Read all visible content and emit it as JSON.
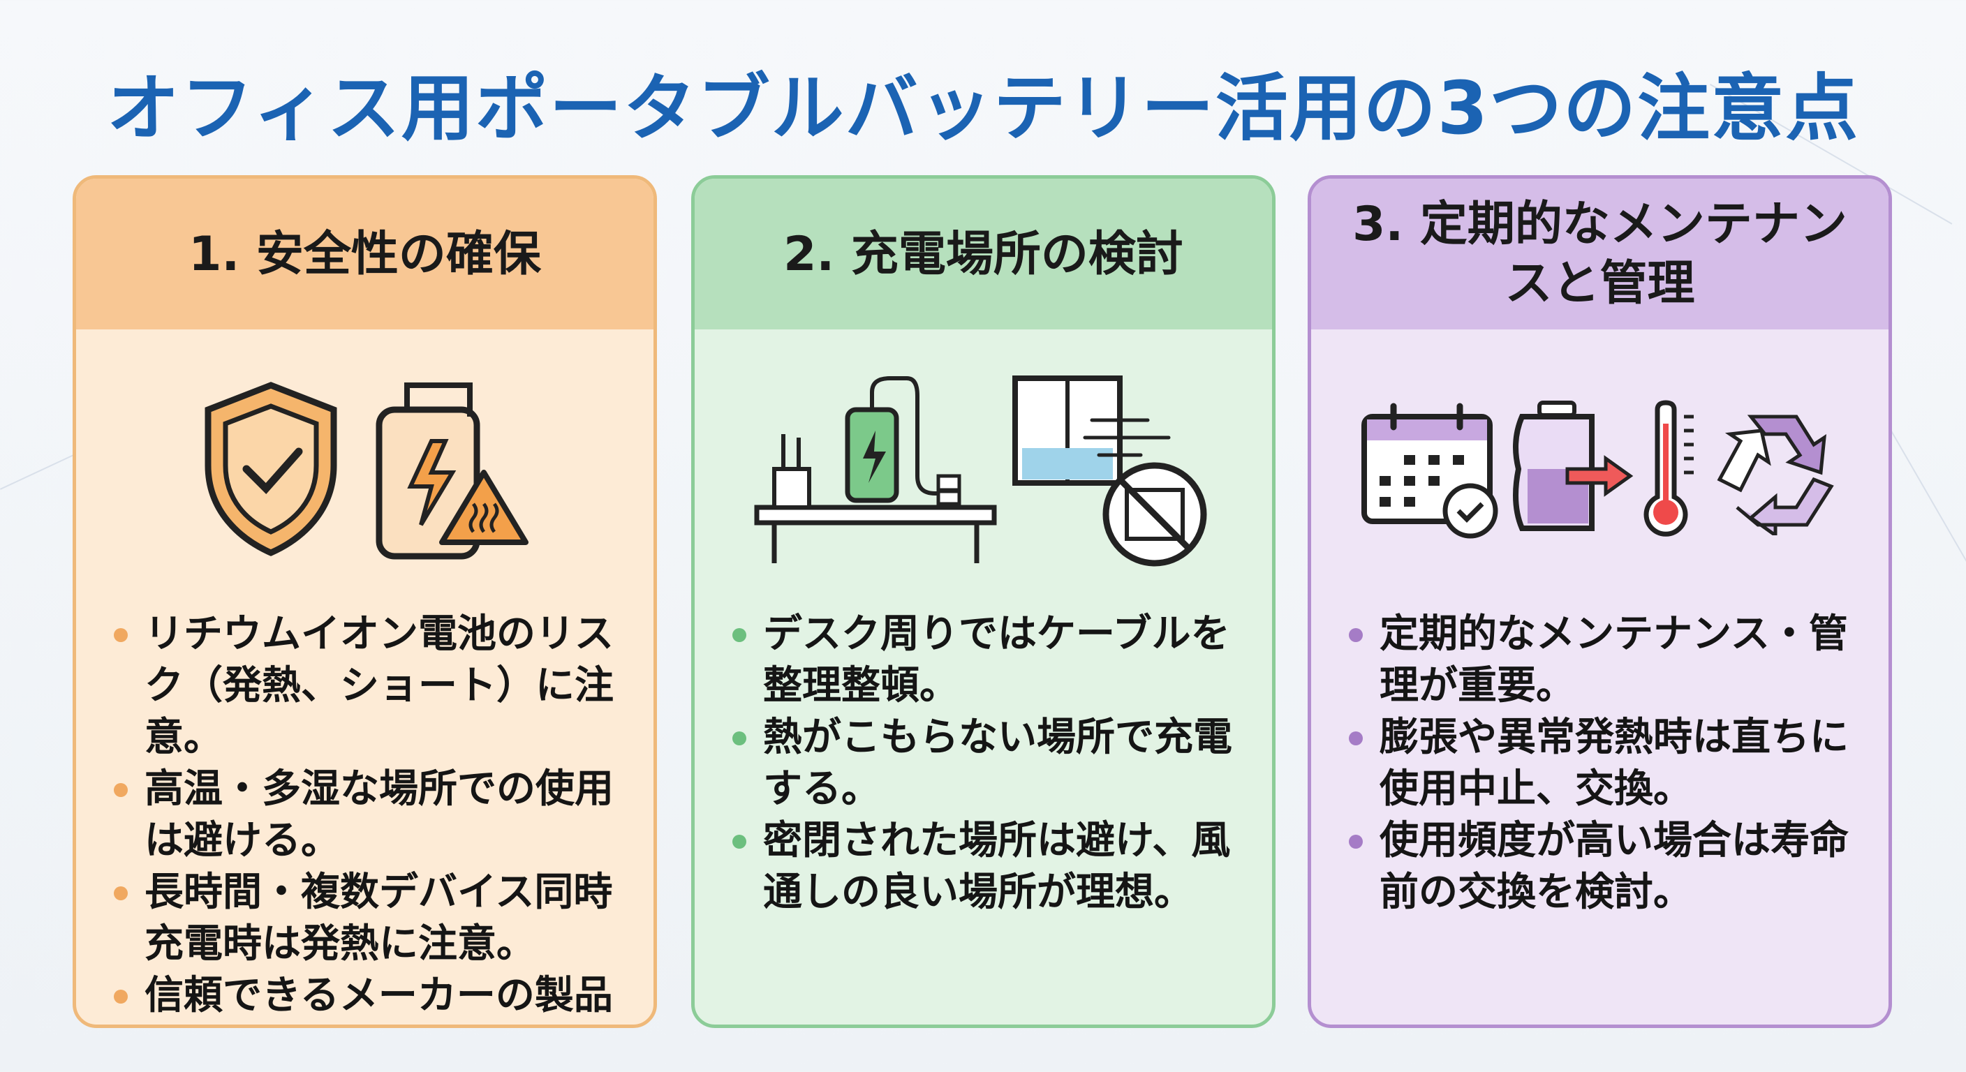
{
  "title": "オフィス用ポータブルバッテリー活用の3つの注意点",
  "colors": {
    "title": "#1b63b3",
    "card1": "#f8c794",
    "card2": "#b6e0bd",
    "card3": "#d5bde8",
    "bullet1": "#f0a860",
    "bullet2": "#6cbf7e",
    "bullet3": "#a57cc6"
  },
  "cards": [
    {
      "heading": "1. 安全性の確保",
      "icons": [
        "shield-check-icon",
        "battery-heat-warning-icon"
      ],
      "bullets": [
        "リチウムイオン電池のリスク（発熱、ショート）に注意。",
        "高温・多湿な場所での使用は避ける。",
        "長時間・複数デバイス同時充電時は発熱に注意。",
        "信頼できるメーカーの製品を選ぶ。"
      ]
    },
    {
      "heading": "2. 充電場所の検討",
      "icons": [
        "desk-charging-icon",
        "window-ventilation-icon",
        "no-enclosed-box-icon"
      ],
      "bullets": [
        "デスク周りではケーブルを整理整頓。",
        "熱がこもらない場所で充電する。",
        "密閉された場所は避け、風通しの良い場所が理想。"
      ]
    },
    {
      "heading": "3. 定期的なメンテナンスと管理",
      "icons": [
        "calendar-check-icon",
        "swollen-battery-icon",
        "thermometer-icon",
        "recycle-icon"
      ],
      "bullets": [
        "定期的なメンテナンス・管理が重要。",
        "膨張や異常発熱時は直ちに使用中止、交換。",
        "使用頻度が高い場合は寿命前の交換を検討。"
      ]
    }
  ]
}
